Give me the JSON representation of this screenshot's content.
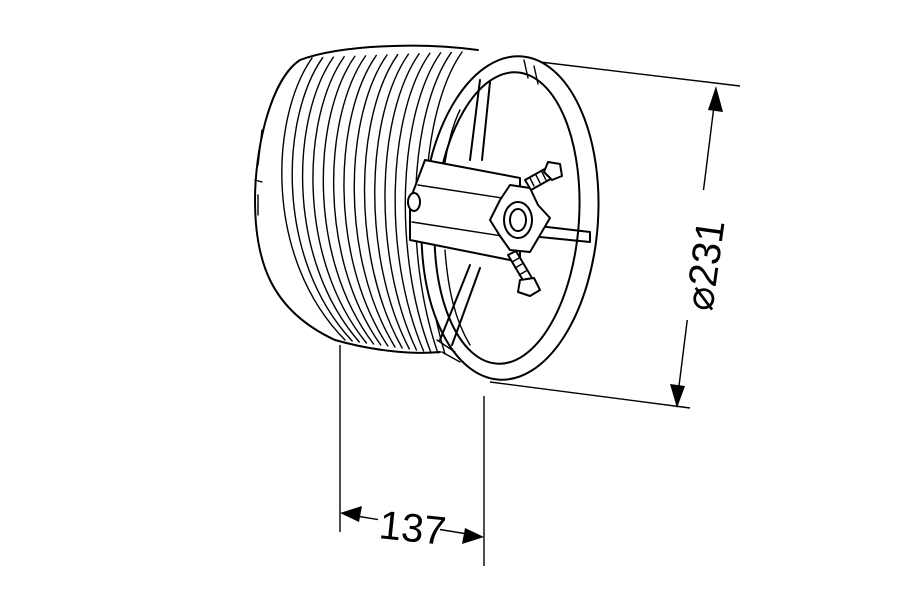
{
  "drawing": {
    "part": "cable drum",
    "dimensions": {
      "diameter_label": "⌀231",
      "width_label": "137"
    },
    "colors": {
      "line": "#000000",
      "background": "#ffffff"
    }
  }
}
